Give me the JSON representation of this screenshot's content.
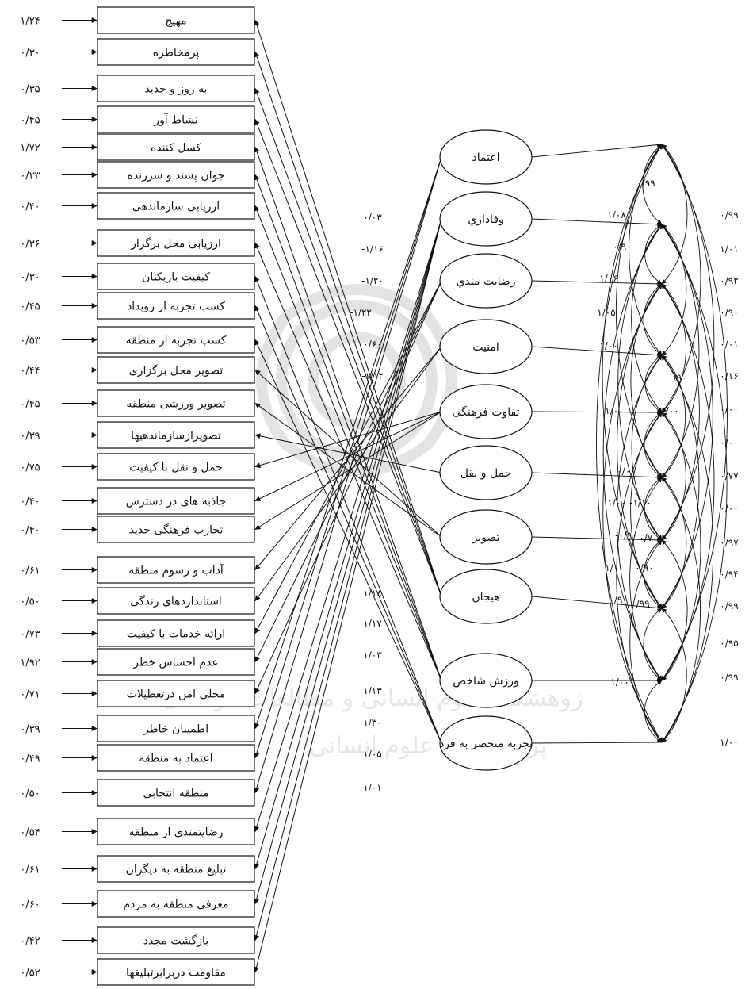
{
  "indicators": [
    {
      "label": "مهیج",
      "error": "۱/۲۴"
    },
    {
      "label": "پرمخاطره",
      "error": "۰/۳۰"
    },
    {
      "label": "به روز و جدید",
      "error": "۰/۳۵"
    },
    {
      "label": "نشاط آور",
      "error": "۰/۴۵"
    },
    {
      "label": "کسل کننده",
      "error": "۱/۷۲"
    },
    {
      "label": "جوان پسند و سرزنده",
      "error": "۰/۳۳"
    },
    {
      "label": "ارزیابی سازماندهی",
      "error": "۰/۴۰"
    },
    {
      "label": "ارزیابی محل برگزار",
      "error": "۰/۳۶"
    },
    {
      "label": "کیفیت بازیکنان",
      "error": "۰/۳۰"
    },
    {
      "label": "کسب تجربه از رویداد",
      "error": "۰/۴۵"
    },
    {
      "label": "کسب تجربه از منطقه",
      "error": "۰/۵۳"
    },
    {
      "label": "تصویر محل برگزاری",
      "error": "۰/۴۴"
    },
    {
      "label": "تصویر ورزشی منطقه",
      "error": "۰/۴۵"
    },
    {
      "label": "تصویرازسازماندهیها",
      "error": "۰/۳۹"
    },
    {
      "label": "حمل و نقل با کیفیت",
      "error": "۰/۷۵"
    },
    {
      "label": "جاذبه های در دسترس",
      "error": "۰/۴۰"
    },
    {
      "label": "تجارب فرهنگی جدید",
      "error": "۰/۴۰"
    },
    {
      "label": "آداب و رسوم منطقه",
      "error": "۰/۶۱"
    },
    {
      "label": "استانداردهای زندگی",
      "error": "۰/۵۰"
    },
    {
      "label": "ارائه خدمات با کیفیت",
      "error": "۰/۷۳"
    },
    {
      "label": "عدم احساس خطر",
      "error": "۱/۹۲"
    },
    {
      "label": "محلی امن درتعطیلات",
      "error": "۰/۷۱"
    },
    {
      "label": "اطمینان خاطر",
      "error": "۰/۳۹"
    },
    {
      "label": "اعتماد به منطقه",
      "error": "۰/۴۹"
    },
    {
      "label": "منطقه انتخابی",
      "error": "۰/۵۰"
    },
    {
      "label": "رضایتمندي از منطقه",
      "error": "۰/۵۴"
    },
    {
      "label": "تبلیغ منطقه به دیگران",
      "error": "۰/۶۱"
    },
    {
      "label": "معرفی منطقه به مردم",
      "error": "۰/۶۰"
    },
    {
      "label": "بازگشت مجدد",
      "error": "۰/۴۲"
    },
    {
      "label": "مقاومت دربرابرتبلیغها",
      "error": "۰/۵۲"
    }
  ],
  "factors": [
    {
      "label": "اعتماد"
    },
    {
      "label": "وفاداري"
    },
    {
      "label": "رضایت مندي"
    },
    {
      "label": "امنیت"
    },
    {
      "label": "تفاوت فرهنگی"
    },
    {
      "label": "حمل و نقل"
    },
    {
      "label": "تصویر"
    },
    {
      "label": "هیجان"
    },
    {
      "label": "ورزش شاخص"
    },
    {
      "label": "تجربه منحصر به فرد"
    }
  ],
  "loadings": [
    "۰/۰۳",
    "-۱/۱۶",
    "-۱/۲۰",
    "-۱/۲۲",
    "۰/۶۰",
    "-۱/۱۲",
    "۱/۱۸",
    "۱/۱۷",
    "۱/۰۳",
    "۱/۱۳",
    "۱/۳۰",
    "۱/۰۵",
    "۱/۰۱"
  ],
  "covariances_inner": [
    "۰/۹۹",
    "۱/۰۸",
    "۰/۹۰",
    "۱/۰۶",
    "۱/۰۵",
    "۱/۰۰",
    "۰/۹۰",
    "۱/۰۰",
    "۰/۰۰",
    "۰/۰۰",
    "۱/۰۰",
    "-۱/۱۰",
    "-۰/۹۰",
    "۰/۷۰",
    "۱/۰۰",
    "۰/۹۰",
    "-۰/۹۰",
    "۰/۹۹",
    "۱/۰۰"
  ],
  "covariances_outer": [
    "۰/۹۹",
    "۱/۰۱",
    "۰/۹۲",
    "۰/۹۰",
    "۰/۰۱",
    "۰/۱۶",
    "۰/۰۰",
    "۰/۰۰",
    "۰/۷۷",
    "۰/۰۰",
    "۰/۹۷",
    "۰/۹۴",
    "۰/۹۹",
    "۰/۹۵",
    "۰/۹۹",
    "۱/۰۰"
  ],
  "watermark": {
    "line1": "ژوهشگاه علوم انسانی و مطالعات فرهنگی",
    "line2": "پرتال جامع علوم انسانی"
  }
}
